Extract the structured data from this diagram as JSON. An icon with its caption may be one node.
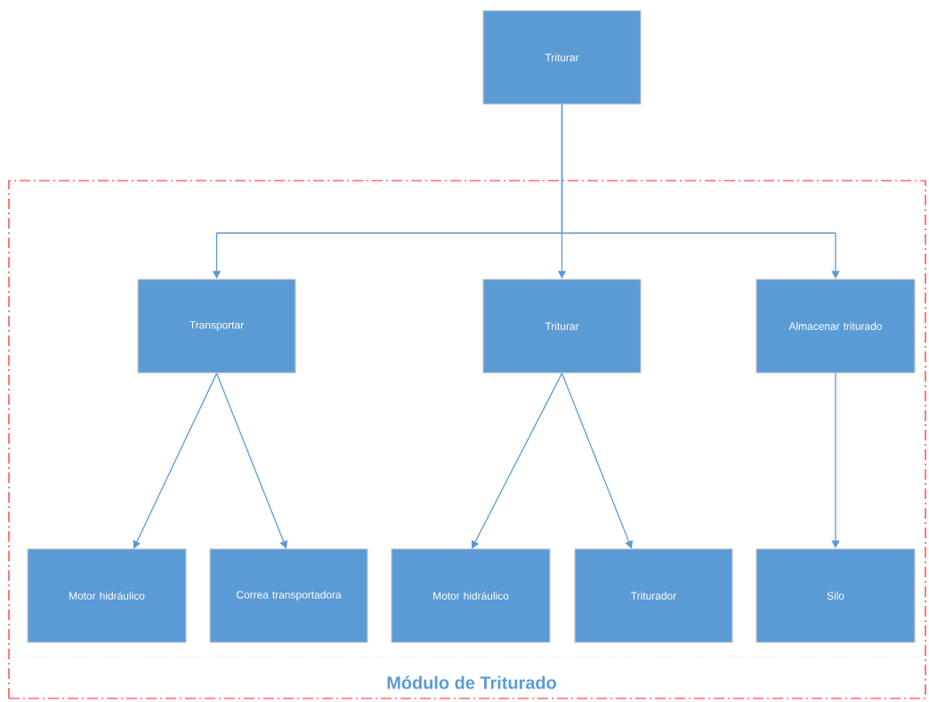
{
  "diagram": {
    "nodes": [
      {
        "text": [
          "Triturar"
        ]
      },
      {
        "text": [
          "Módulo de Triturado"
        ]
      },
      {
        "text": [
          "Transportar"
        ],
        "in": 1
      },
      {
        "text": [
          "Triturar"
        ],
        "in": 1
      },
      {
        "text": [
          "Almacenar triturado"
        ],
        "in": 1
      },
      {
        "text": [
          "Motor hidráulico"
        ],
        "in": 1
      },
      {
        "text": [
          "Correa transportadora"
        ],
        "in": 1
      },
      {
        "text": [
          "Motor hidráulico"
        ],
        "in": 1
      },
      {
        "text": [
          "Triturador"
        ],
        "in": 1
      },
      {
        "text": [
          "Silo"
        ],
        "in": 1
      }
    ],
    "edges": [
      {
        "from": 0,
        "to": 2,
        "arrow": "to"
      },
      {
        "from": 0,
        "to": 3,
        "arrow": "to"
      },
      {
        "from": 0,
        "to": 4,
        "arrow": "to"
      },
      {
        "from": 2,
        "to": 5,
        "arrow": "to"
      },
      {
        "from": 2,
        "to": 6,
        "arrow": "to"
      },
      {
        "from": 3,
        "to": 7,
        "arrow": "to"
      },
      {
        "from": 3,
        "to": 8,
        "arrow": "to"
      },
      {
        "from": 4,
        "to": 9,
        "arrow": "to"
      }
    ]
  }
}
